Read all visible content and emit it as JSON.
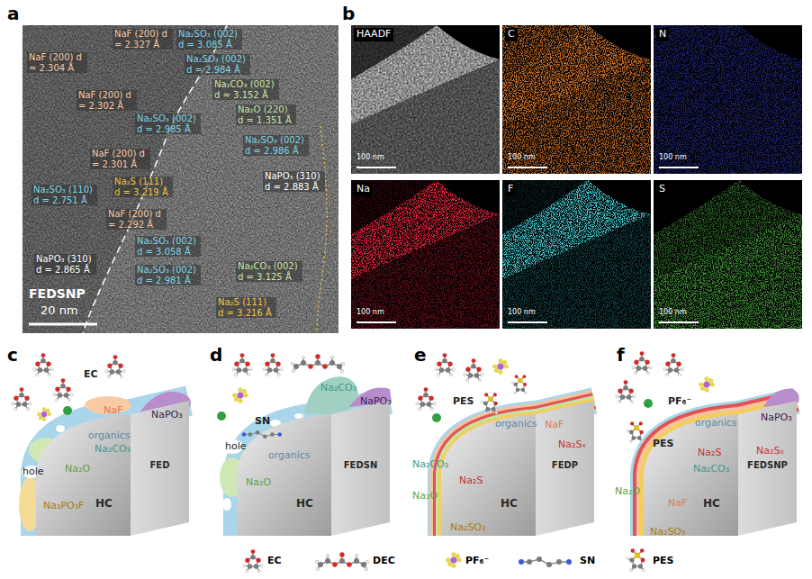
{
  "diagram": {
    "nodes": [
      {
        "text": [
          "HAADF",
          "100 nm"
        ]
      },
      {
        "text": [
          "C",
          "100 nm"
        ]
      },
      {
        "text": [
          "N",
          "100 nm"
        ]
      },
      {
        "text": [
          "Na",
          "100 nm"
        ]
      },
      {
        "text": [
          "F",
          "100 nm"
        ]
      },
      {
        "text": [
          "S",
          "100 nm"
        ]
      },
      {
        "text": [
          "HC",
          "FED"
        ]
      },
      {
        "text": [
          "HC",
          "FEDSN"
        ]
      },
      {
        "text": [
          "HC",
          "FEDP"
        ]
      },
      {
        "text": [
          "HC",
          "FEDSNP"
        ]
      }
    ],
    "labels": [
      "a",
      "NaF (200) d = 2.304 Å",
      "NaF (200) d = 2.327 Å",
      "Na₂SO₃ (002) d = 3.085 Å",
      "Na₂SO₃ (002) d = 2.984 Å",
      "Na₂CO₃ (002) d = 3.152 Å",
      "NaF (200) d = 2.302 Å",
      "Na₂SO₃ (002) d = 2.985 Å",
      "Na₂O (220) d = 1.351 Å",
      "Na₂SO₃ (002) d = 2.986 Å",
      "NaF (200) d = 2.301 Å",
      "Na₂SO₃ (110) d = 2.751 Å",
      "Na₂S (111) d = 3.219 Å",
      "NaPO₃ (310) d = 2.883 Å",
      "NaF (200) d = 2.292 Å",
      "Na₂SO₃ (002) d = 3.058 Å",
      "NaPO₃ (310) d = 2.865 Å",
      "Na₂SO₃ (002) d = 2.981 Å",
      "Na₂CO₃ (002) d = 3.125 Å",
      "Na₂S (111) d = 3.216 Å",
      "FEDSNP",
      "20 nm",
      "b",
      "c",
      "EC",
      "NaF",
      "NaPO₃",
      "organics",
      "Na₂CO₃",
      "hole",
      "Na₂O",
      "Na₃PO₃F",
      "d",
      "SN",
      "Na₂CO₃",
      "NaPO₃",
      "hole",
      "organics",
      "Na₂O",
      "e",
      "PES",
      "organics",
      "NaF",
      "Na₂Sₓ",
      "Na₂CO₃",
      "Na₂S",
      "Na₂O",
      "Na₂SO₃",
      "f",
      "PF₆⁻",
      "PES",
      "organics",
      "NaPO₃",
      "Na₂S",
      "Na₂Sₓ",
      "Na₂CO₃",
      "Na₂O",
      "NaF",
      "Na₂SO₃"
    ],
    "legend": [
      {
        "text": "EC"
      },
      {
        "text": "DEC"
      },
      {
        "text": "PF₆⁻"
      },
      {
        "text": "SN"
      },
      {
        "text": "PES"
      }
    ]
  }
}
